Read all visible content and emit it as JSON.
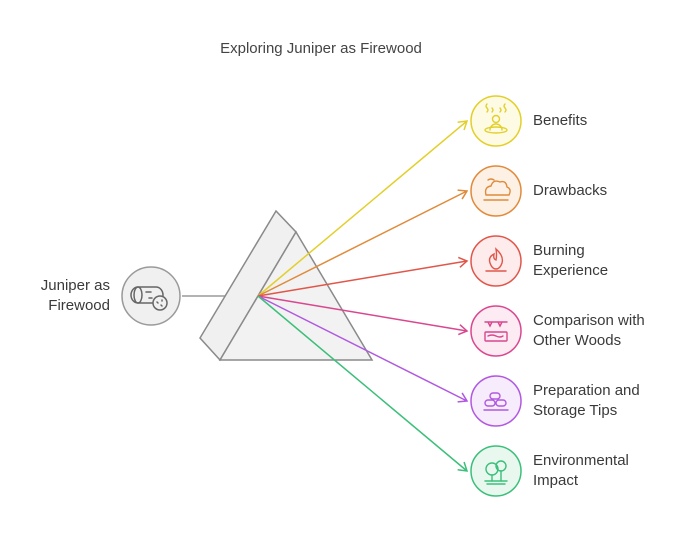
{
  "title": "Exploring Juniper as Firewood",
  "source": {
    "label": "Juniper as\nFirewood",
    "icon": "log-icon",
    "color": "#9a9a9a"
  },
  "branches": [
    {
      "label": "Benefits",
      "icon": "sauna-person-icon",
      "color": "#e3cf2a",
      "fill": "#fdfbe3"
    },
    {
      "label": "Drawbacks",
      "icon": "smoke-icon",
      "color": "#e08a3a",
      "fill": "#fdf1e6"
    },
    {
      "label": "Burning\nExperience",
      "icon": "fire-icon",
      "color": "#e0564a",
      "fill": "#fdeceb"
    },
    {
      "label": "Comparison with\nOther Woods",
      "icon": "wood-grain-icon",
      "color": "#d9478f",
      "fill": "#fcebf3"
    },
    {
      "label": "Preparation and\nStorage Tips",
      "icon": "stacked-logs-icon",
      "color": "#b158e0",
      "fill": "#f6ecfc"
    },
    {
      "label": "Environmental\nImpact",
      "icon": "tree-icon",
      "color": "#3cbf7a",
      "fill": "#e8f8ef"
    }
  ]
}
